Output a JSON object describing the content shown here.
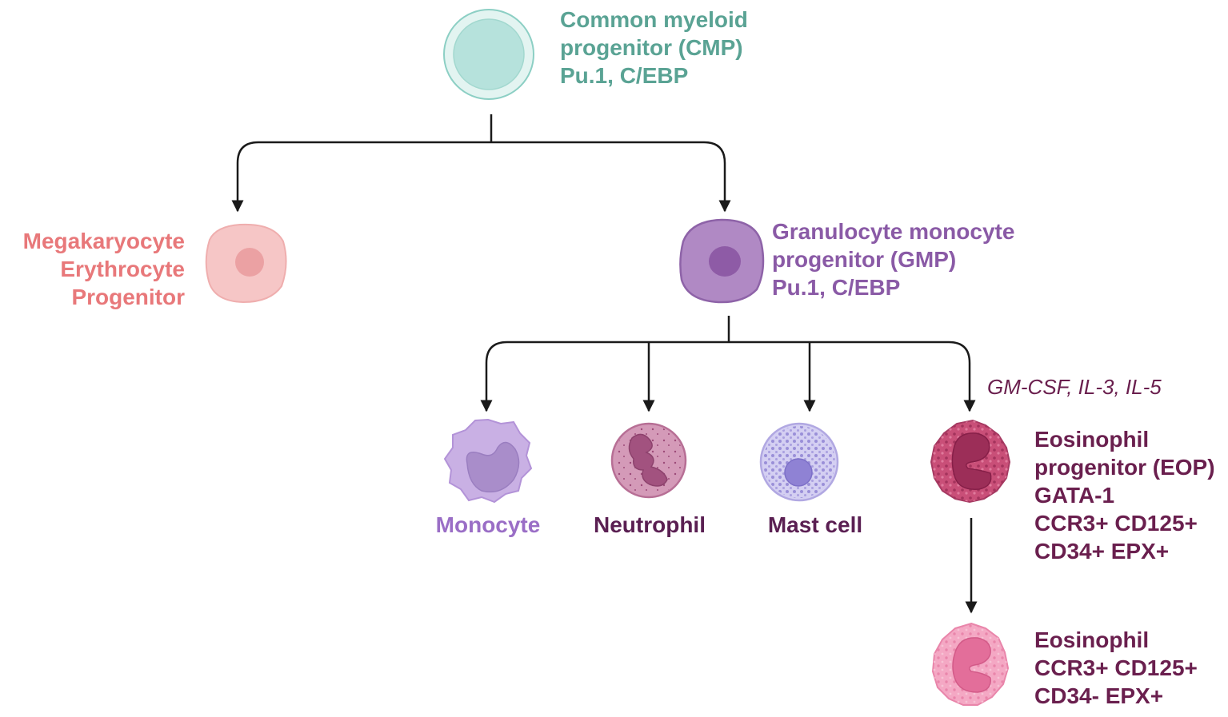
{
  "nodes": {
    "cmp": {
      "lines": [
        "Common myeloid",
        "progenitor (CMP)",
        "Pu.1, C/EBP"
      ],
      "color": "#5aa394"
    },
    "mep": {
      "lines": [
        "Megakaryocyte",
        "Erythrocyte",
        "Progenitor"
      ],
      "color": "#e8787a"
    },
    "gmp": {
      "lines": [
        "Granulocyte monocyte",
        "progenitor (GMP)",
        "Pu.1, C/EBP"
      ],
      "color": "#8a5aa6"
    },
    "monocyte": {
      "label": "Monocyte",
      "color": "#9a6ec6"
    },
    "neutrophil": {
      "label": "Neutrophil",
      "color": "#5a1f52"
    },
    "mast_cell": {
      "label": "Mast cell",
      "color": "#5a1f52"
    },
    "eop": {
      "lines": [
        "Eosinophil",
        "progenitor (EOP)",
        "GATA-1",
        "CCR3+ CD125+",
        "CD34+ EPX+"
      ],
      "color": "#6a1f4e"
    },
    "eosinophil": {
      "lines": [
        "Eosinophil",
        "CCR3+ CD125+",
        "CD34- EPX+"
      ],
      "color": "#6a1f4e"
    }
  },
  "annotations": {
    "cytokines": "GM-CSF, IL-3, IL-5"
  },
  "colors": {
    "arrow": "#1a1a1a",
    "cmp_cell": "#b6e2dc",
    "mep_cell": "#f6c6c6",
    "gmp_cell": "#b089c4",
    "monocyte_cell": "#c9b0e4",
    "neutrophil_cell": "#d49ab8",
    "mast_cell_cell": "#c7c0ec",
    "eop_cell": "#c94f78",
    "eosinophil_cell": "#f4a8c4"
  }
}
